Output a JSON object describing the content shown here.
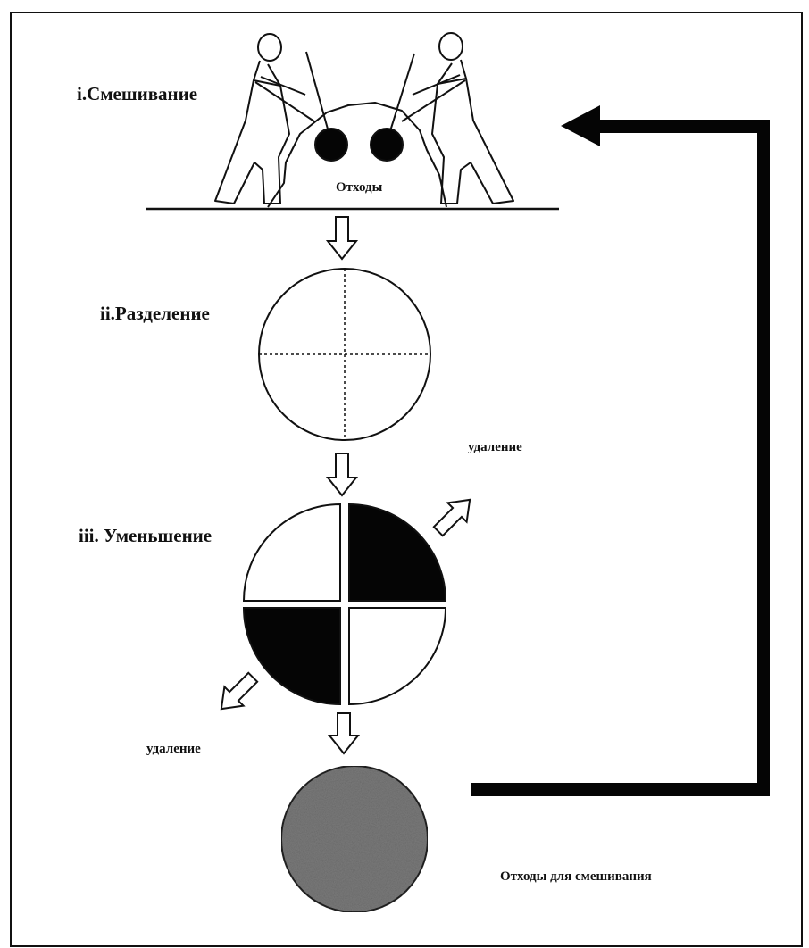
{
  "labels": {
    "step1": "i.Смешивание",
    "step2": "ii.Разделение",
    "step3": "iii. Уменьшение",
    "waste": "Отходы",
    "removal_right": "удаление",
    "removal_left": "удаление",
    "return": "Отходы для смешивания"
  },
  "colors": {
    "line": "#111111",
    "fill_dark": "#050505",
    "fill_sample": "#7a7a7a",
    "background": "#ffffff"
  },
  "icons": {
    "workers": "two-workers-with-shovels",
    "arrow": "hollow-arrow",
    "return": "thick-return-arrow"
  }
}
